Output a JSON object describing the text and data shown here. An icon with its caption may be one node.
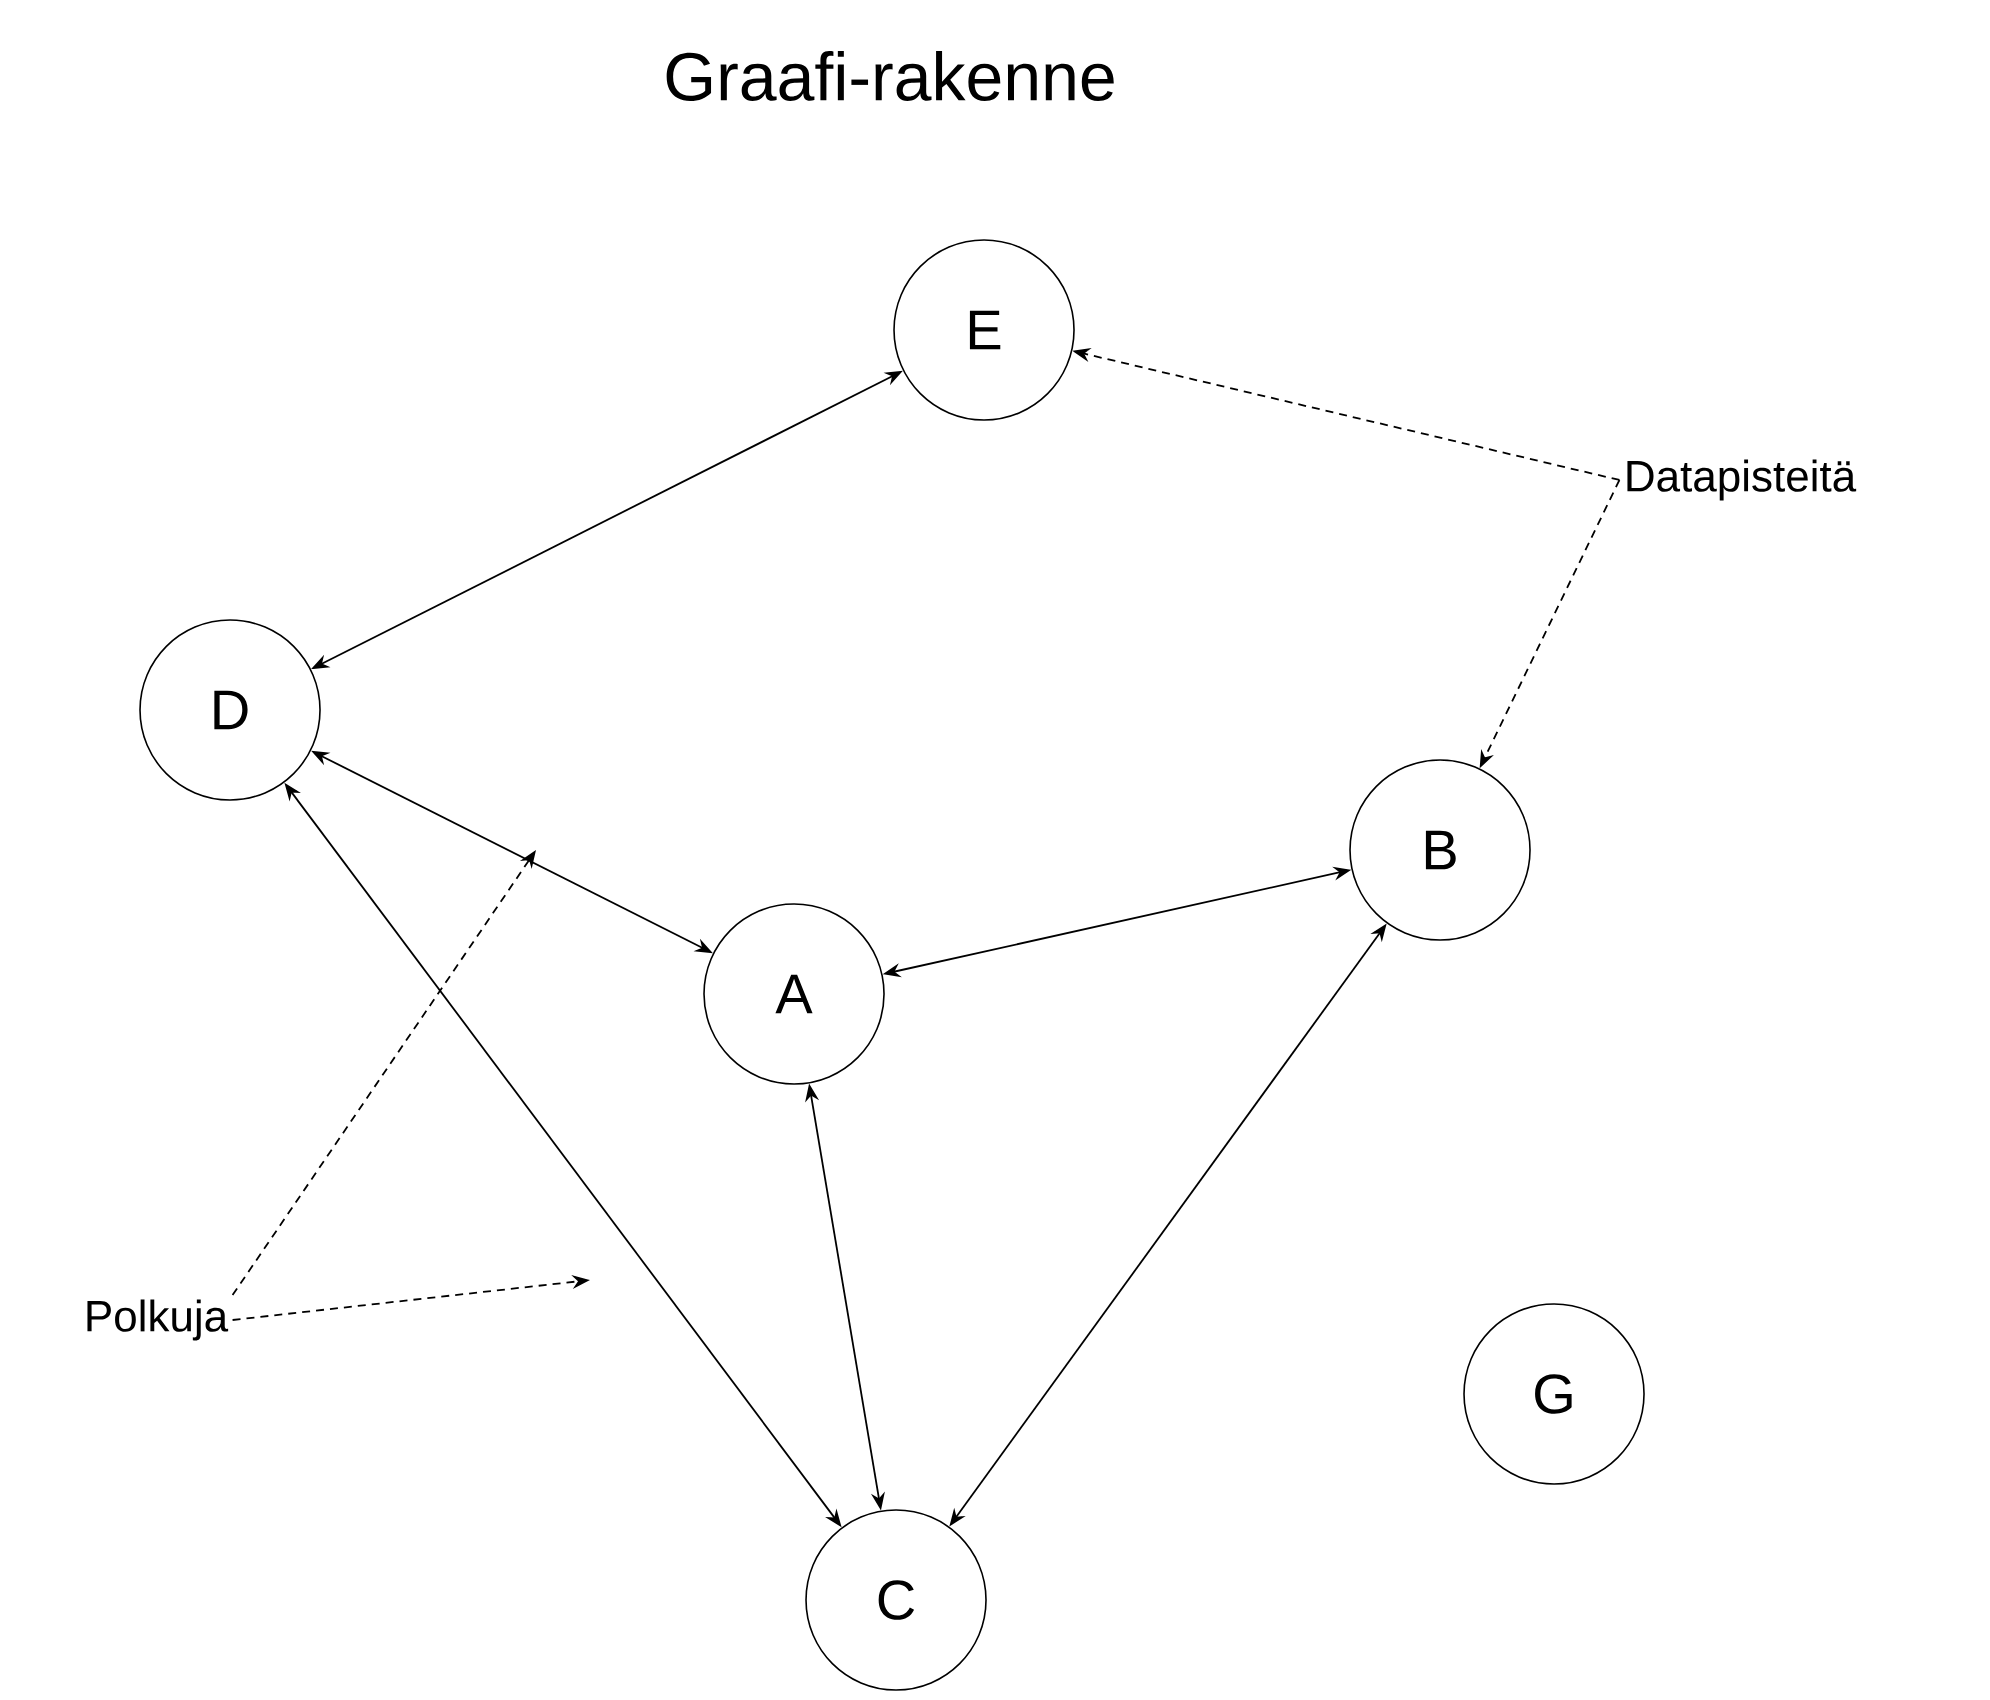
{
  "diagram": {
    "title": "Graafi-rakenne",
    "nodes": [
      {
        "text": [
          "E"
        ]
      },
      {
        "text": [
          "Datapisteitä"
        ]
      },
      {
        "text": [
          "D"
        ]
      },
      {
        "text": [
          "B"
        ]
      },
      {
        "text": [
          "A"
        ]
      },
      {
        "text": [
          "Polkuja"
        ]
      },
      {
        "text": [
          "G"
        ]
      },
      {
        "text": [
          "C"
        ]
      }
    ],
    "edges": [
      {
        "from": 0,
        "to": 2,
        "arrow": "both"
      },
      {
        "from": 2,
        "to": 4,
        "arrow": "both"
      },
      {
        "from": 4,
        "to": 3,
        "arrow": "both"
      },
      {
        "from": 2,
        "to": 7,
        "arrow": "both"
      },
      {
        "from": 4,
        "to": 7,
        "arrow": "both"
      },
      {
        "from": 3,
        "to": 7,
        "arrow": "both"
      },
      {
        "from": 1,
        "to": 0,
        "arrow": "to",
        "style": "dashed"
      },
      {
        "from": 1,
        "to": 3,
        "arrow": "to",
        "style": "dashed"
      },
      {
        "from": 5,
        "to": null,
        "arrow": "to",
        "style": "dashed"
      },
      {
        "from": 5,
        "to": null,
        "arrow": "to",
        "style": "dashed"
      }
    ]
  }
}
